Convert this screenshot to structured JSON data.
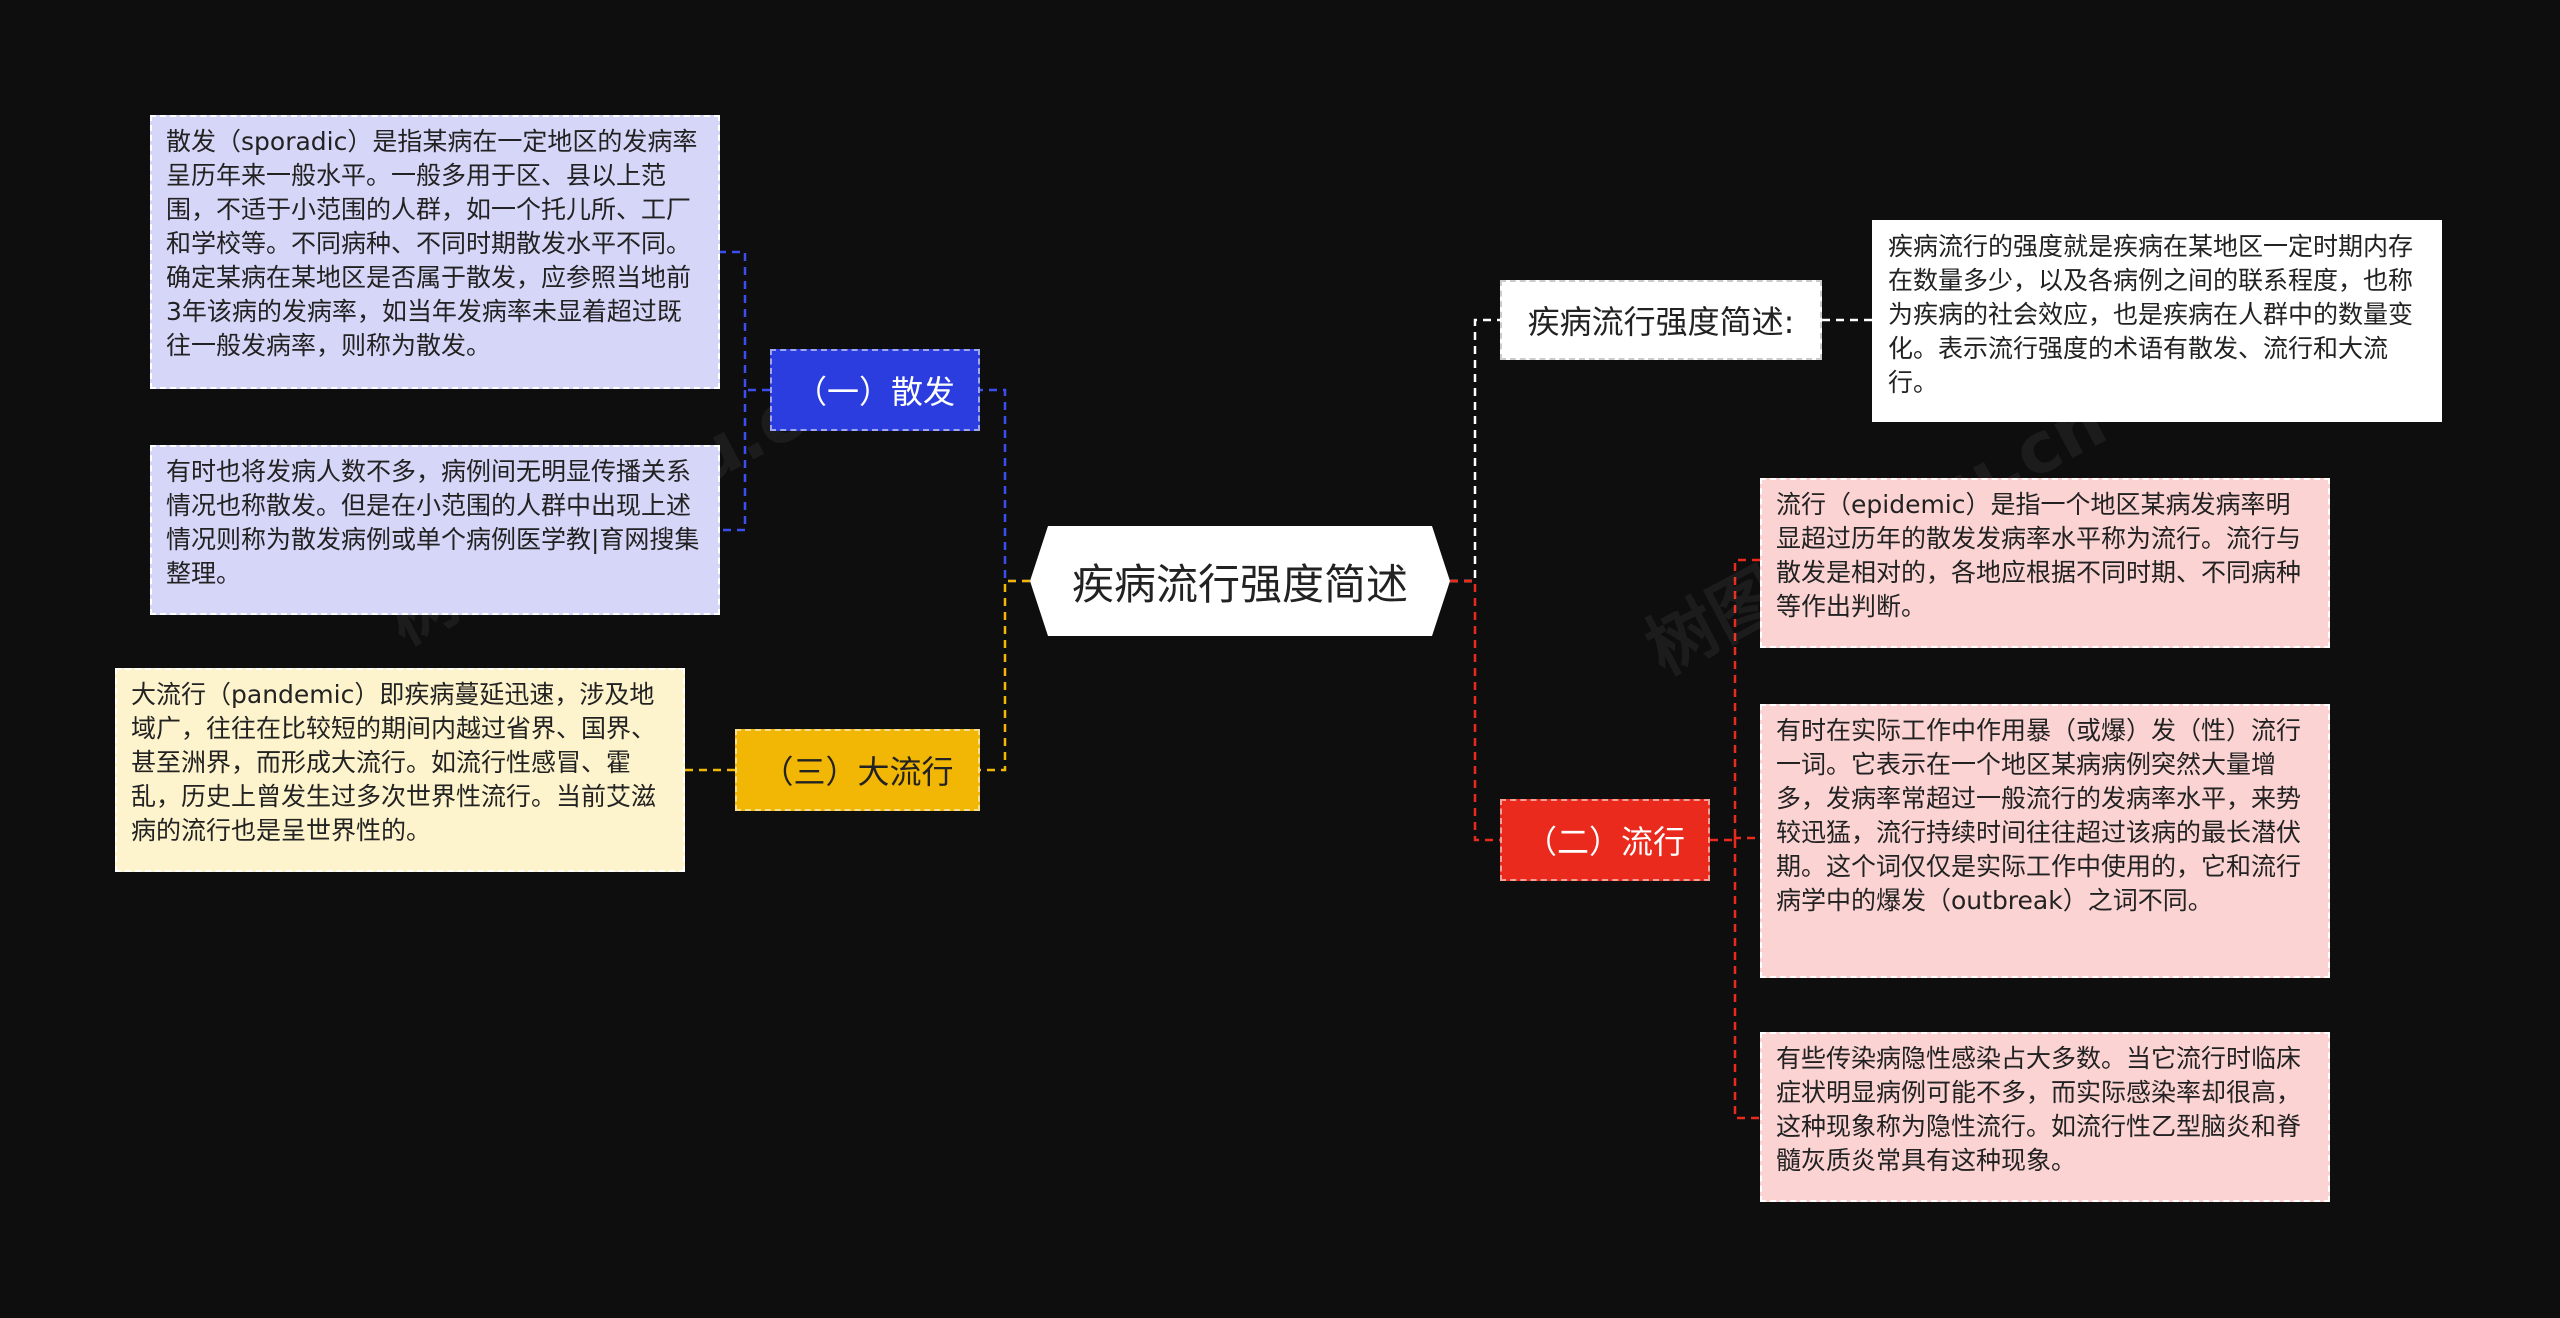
{
  "root": {
    "label": "疾病流行强度简述"
  },
  "left": {
    "sporadic": {
      "label": "（一）散发",
      "notes": [
        "散发（sporadic）是指某病在一定地区的发病率呈历年来一般水平。一般多用于区、县以上范围，不适于小范围的人群，如一个托儿所、工厂和学校等。不同病种、不同时期散发水平不同。确定某病在某地区是否属于散发，应参照当地前3年该病的发病率，如当年发病率未显着超过既往一般发病率，则称为散发。",
        "有时也将发病人数不多，病例间无明显传播关系情况也称散发。但是在小范围的人群中出现上述情况则称为散发病例或单个病例医学教|育网搜集整理。"
      ]
    },
    "pandemic": {
      "label": "（三）大流行",
      "note": "大流行（pandemic）即疾病蔓延迅速，涉及地域广，往往在比较短的期间内越过省界、国界、甚至洲界，而形成大流行。如流行性感冒、霍乱，历史上曾发生过多次世界性流行。当前艾滋病的流行也是呈世界性的。"
    }
  },
  "right": {
    "overview": {
      "label": "疾病流行强度简述:",
      "note": "疾病流行的强度就是疾病在某地区一定时期内存在数量多少，以及各病例之间的联系程度，也称为疾病的社会效应，也是疾病在人群中的数量变化。表示流行强度的术语有散发、流行和大流行。"
    },
    "epidemic": {
      "label": "（二）流行",
      "notes": [
        "流行（epidemic）是指一个地区某病发病率明显超过历年的散发发病率水平称为流行。流行与散发是相对的，各地应根据不同时期、不同病种等作出判断。",
        "有时在实际工作中作用暴（或爆）发（性）流行一词。它表示在一个地区某病病例突然大量增多，发病率常超过一般流行的发病率水平，来势较迅猛，流行持续时间往往超过该病的最长潜伏期。这个词仅仅是实际工作中使用的，它和流行病学中的爆发（outbreak）之词不同。",
        "有些传染病隐性感染占大多数。当它流行时临床症状明显病例可能不多，而实际感染率却很高，这种现象称为隐性流行。如流行性乙型脑炎和脊髓灰质炎常具有这种现象。"
      ]
    }
  },
  "colors": {
    "background": "#0e0e0e",
    "blue": "#2b3dde",
    "yellow": "#f2b705",
    "red": "#e92a1c",
    "white": "#ffffff"
  }
}
